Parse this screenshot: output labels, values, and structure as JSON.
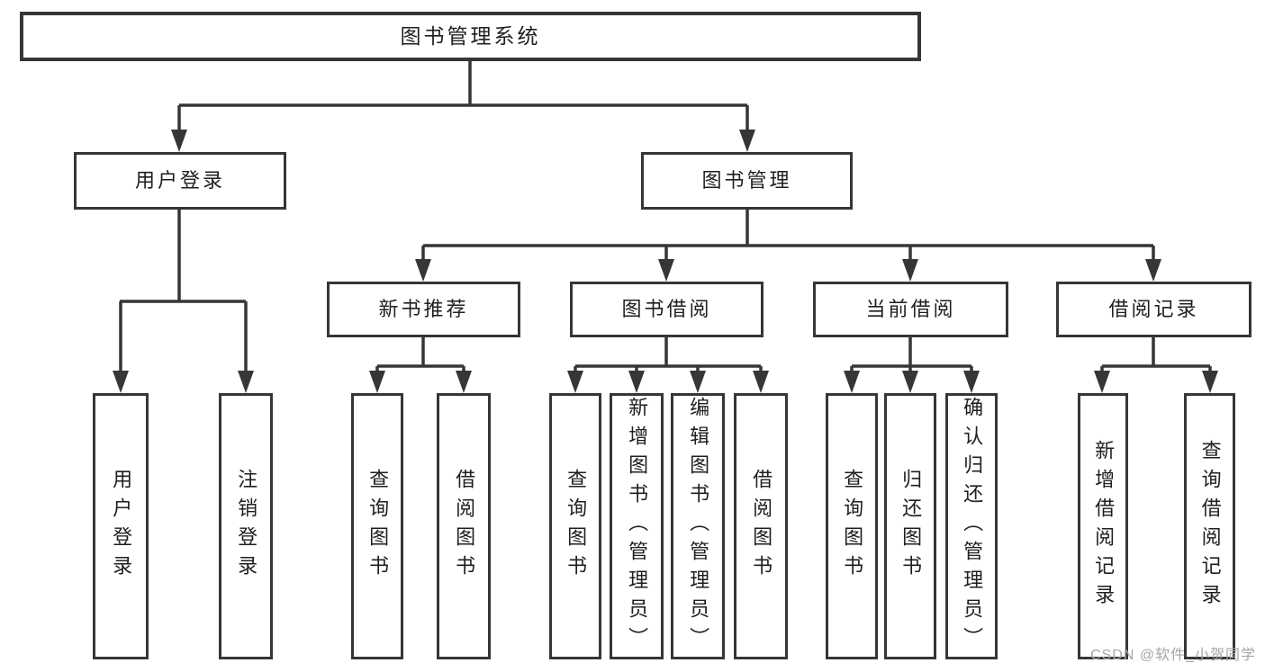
{
  "diagram": {
    "title": "图书管理系统",
    "colors": {
      "line": "#363636",
      "border": "#363636",
      "text": "#1f1f1f",
      "background": "#ffffff",
      "watermark": "#a6a6a6"
    },
    "nodes": {
      "root": {
        "label": "图书管理系统"
      },
      "userLogin": {
        "label": "用户登录"
      },
      "bookMgmt": {
        "label": "图书管理"
      },
      "leafUserLogin": {
        "label": "用户登录"
      },
      "leafLogout": {
        "label": "注销登录"
      },
      "newBookRec": {
        "label": "新书推荐"
      },
      "bookBorrow": {
        "label": "图书借阅"
      },
      "currentBorrow": {
        "label": "当前借阅"
      },
      "borrowRecords": {
        "label": "借阅记录"
      },
      "a1": {
        "label": "查询图书"
      },
      "a2": {
        "label": "借阅图书"
      },
      "b1": {
        "label": "查询图书"
      },
      "b2": {
        "label": "新增图书（管理员）"
      },
      "b3": {
        "label": "编辑图书（管理员）"
      },
      "b4": {
        "label": "借阅图书"
      },
      "c1": {
        "label": "查询图书"
      },
      "c2": {
        "label": "归还图书"
      },
      "c3": {
        "label": "确认归还（管理员）"
      },
      "d1": {
        "label": "新增借阅记录"
      },
      "d2": {
        "label": "查询借阅记录"
      }
    },
    "hierarchy": {
      "图书管理系统": [
        "用户登录",
        "图书管理"
      ],
      "用户登录": [
        "用户登录",
        "注销登录"
      ],
      "图书管理": [
        "新书推荐",
        "图书借阅",
        "当前借阅",
        "借阅记录"
      ],
      "新书推荐": [
        "查询图书",
        "借阅图书"
      ],
      "图书借阅": [
        "查询图书",
        "新增图书（管理员）",
        "编辑图书（管理员）",
        "借阅图书"
      ],
      "当前借阅": [
        "查询图书",
        "归还图书",
        "确认归还（管理员）"
      ],
      "借阅记录": [
        "新增借阅记录",
        "查询借阅记录"
      ]
    },
    "watermark": "CSDN @软件_小贺同学"
  }
}
